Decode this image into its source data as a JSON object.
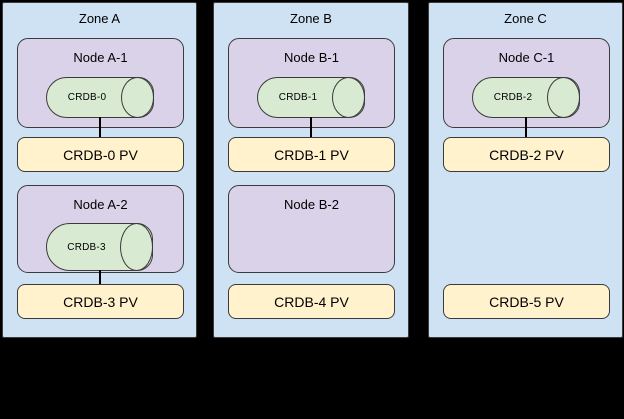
{
  "diagram": {
    "background": "#000000",
    "colors": {
      "zone_fill": "#cfe2f3",
      "node_fill": "#d9d2e9",
      "cylinder_fill": "#d9ead3",
      "pv_fill": "#fff2cc",
      "border": "#3b3b3b"
    },
    "zones": [
      {
        "label": "Zone A",
        "nodes": [
          {
            "label": "Node A-1",
            "cylinder": "CRDB-0"
          },
          {
            "label": "Node A-2",
            "cylinder": "CRDB-3"
          }
        ],
        "pvs": [
          "CRDB-0 PV",
          "CRDB-3 PV"
        ]
      },
      {
        "label": "Zone B",
        "nodes": [
          {
            "label": "Node B-1",
            "cylinder": "CRDB-1"
          },
          {
            "label": "Node B-2",
            "cylinder": null
          }
        ],
        "pvs": [
          "CRDB-1 PV",
          "CRDB-4 PV"
        ]
      },
      {
        "label": "Zone C",
        "nodes": [
          {
            "label": "Node C-1",
            "cylinder": "CRDB-2"
          }
        ],
        "pvs": [
          "CRDB-2 PV",
          "CRDB-5 PV"
        ]
      }
    ]
  }
}
